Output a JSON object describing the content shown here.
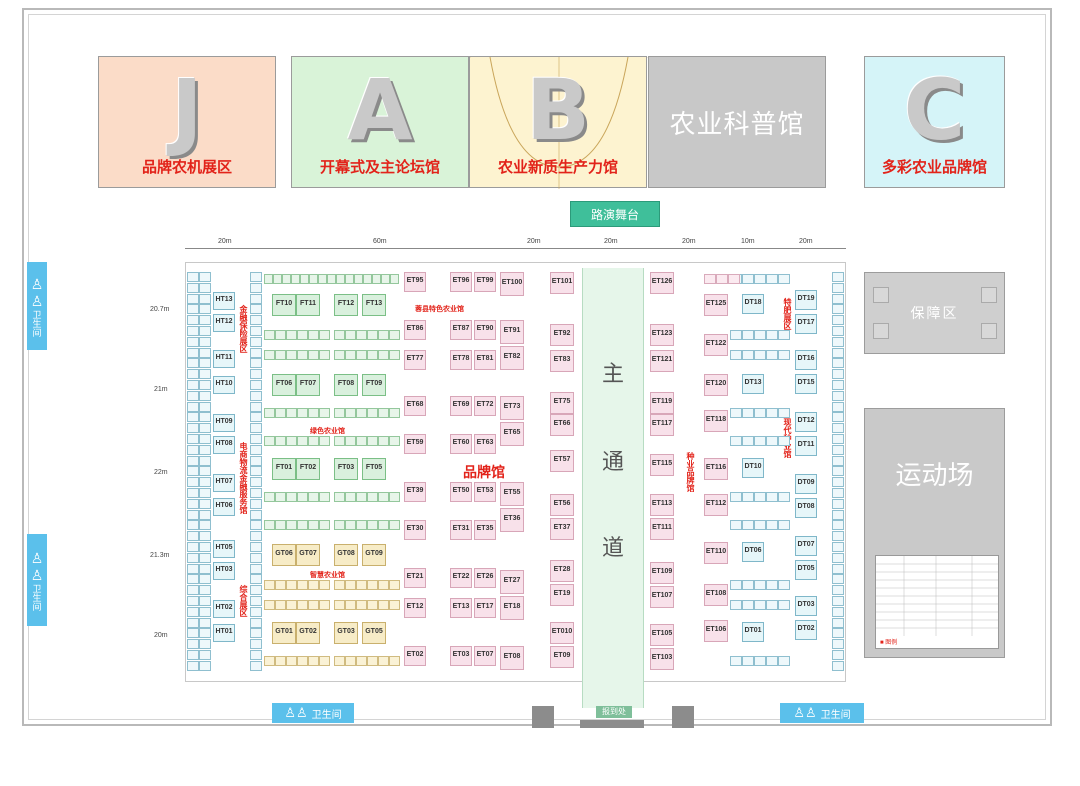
{
  "halls": {
    "j": {
      "letter": "J",
      "name": "品牌农机展区"
    },
    "a": {
      "letter": "A",
      "name": "开幕式及主论坛馆"
    },
    "b": {
      "letter": "B",
      "name": "农业新质生产力馆"
    },
    "science": {
      "name": "农业科普馆"
    },
    "c": {
      "letter": "C",
      "name": "多彩农业品牌馆"
    }
  },
  "stage": "路演舞台",
  "support_area": "保障区",
  "sports_field": "运动场",
  "main_aisle": [
    "主",
    "通",
    "道"
  ],
  "brand_hall": "品牌馆",
  "checkin": "报到处",
  "restroom_label": "卫生间",
  "dims_top": [
    "20m",
    "60m",
    "20m",
    "20m",
    "20m",
    "10m",
    "20m"
  ],
  "dims_left": [
    "20.7m",
    "21m",
    "22m",
    "21.3m",
    "20m"
  ],
  "zone_labels": {
    "finance": "金融保险展区",
    "ecommerce": "电商物流金融服务馆",
    "integrated": "综合展区",
    "green_ag": "绿色农业馆",
    "smart_ag": "智慧农业馆",
    "county": "蓉县特色农业馆",
    "specialty": "特肥展区",
    "modern_seed": "现代种业馆",
    "seed_brand": "种业品牌馆"
  },
  "ht_booths": [
    "HT13",
    "HT12",
    "HT11",
    "HT10",
    "HT09",
    "HT08",
    "HT07",
    "HT06",
    "HT05",
    "HT03",
    "HT02",
    "HT01"
  ],
  "ft_row1": [
    "FT10",
    "FT11",
    "FT12",
    "FT13"
  ],
  "ft_row2": [
    "FT06",
    "FT07",
    "FT08",
    "FT09"
  ],
  "ft_row3": [
    "FT01",
    "FT02",
    "FT03",
    "FT05"
  ],
  "gt_row1": [
    "GT06",
    "GT07",
    "GT08",
    "GT09"
  ],
  "gt_row2": [
    "GT01",
    "GT02",
    "GT03",
    "GT05"
  ],
  "et_colA": [
    "ET95",
    "ET86",
    "ET77",
    "ET68",
    "ET59",
    "ET39",
    "ET30",
    "ET21",
    "ET12",
    "ET02"
  ],
  "et_colB": [
    "ET96",
    "ET87",
    "ET78",
    "ET69",
    "ET60",
    "ET50",
    "ET31",
    "ET22",
    "ET13",
    "ET03"
  ],
  "et_colC": [
    "ET99",
    "ET90",
    "ET81",
    "ET72",
    "ET63",
    "ET53",
    "ET35",
    "ET26",
    "ET17",
    "ET07"
  ],
  "et_colD": [
    "ET100",
    "ET91",
    "ET82",
    "ET73",
    "ET65",
    "ET55",
    "ET36",
    "ET27",
    "ET18",
    "ET08"
  ],
  "et_colE": [
    "ET101",
    "ET92",
    "ET83",
    "ET75",
    "ET66",
    "ET57",
    "ET56",
    "ET37",
    "ET28",
    "ET19",
    "ET010",
    "ET09"
  ],
  "et_colF": [
    "ET126",
    "ET123",
    "ET121",
    "ET119",
    "ET117",
    "ET115",
    "ET113",
    "ET111",
    "ET109",
    "ET107",
    "ET105",
    "ET103"
  ],
  "et_colG": [
    "ET125",
    "ET122",
    "ET120",
    "ET118",
    "ET116",
    "ET112",
    "ET110",
    "ET108",
    "ET106"
  ],
  "dt_colA": [
    "DT18",
    "DT13",
    "DT10",
    "DT06",
    "DT01"
  ],
  "dt_colB": [
    "DT19",
    "DT17",
    "DT16",
    "DT15",
    "DT12",
    "DT11",
    "DT09",
    "DT08",
    "DT07",
    "DT05",
    "DT03",
    "DT02"
  ],
  "legend_note": "■ 图例"
}
